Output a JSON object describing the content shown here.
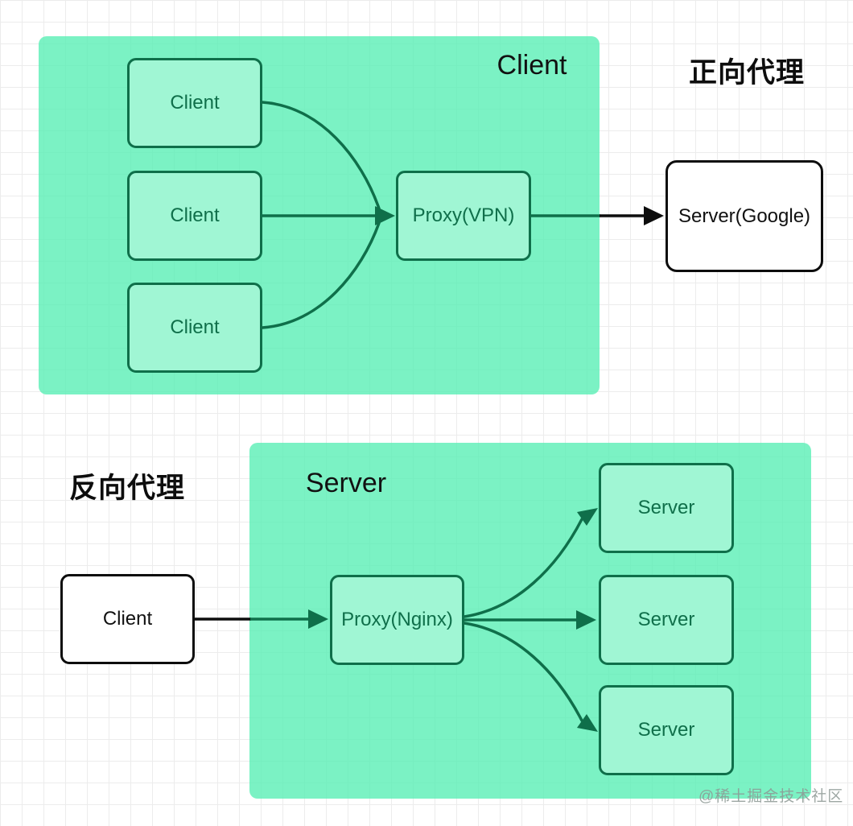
{
  "colors": {
    "container_fill": "#56eeb4",
    "node_fill": "#a0f6d4",
    "stroke_green": "#0f6f4a",
    "stroke_black": "#0d0d0d",
    "grid_line": "#ececec",
    "watermark_gray": "#8d9894"
  },
  "forward": {
    "title_zh": "正向代理",
    "container_label": "Client",
    "clients": [
      "Client",
      "Client",
      "Client"
    ],
    "proxy": "Proxy(VPN)",
    "server": "Server(Google)"
  },
  "reverse": {
    "title_zh": "反向代理",
    "container_label": "Server",
    "client": "Client",
    "proxy": "Proxy(Nginx)",
    "servers": [
      "Server",
      "Server",
      "Server"
    ]
  },
  "watermark": "@稀土掘金技术社区"
}
